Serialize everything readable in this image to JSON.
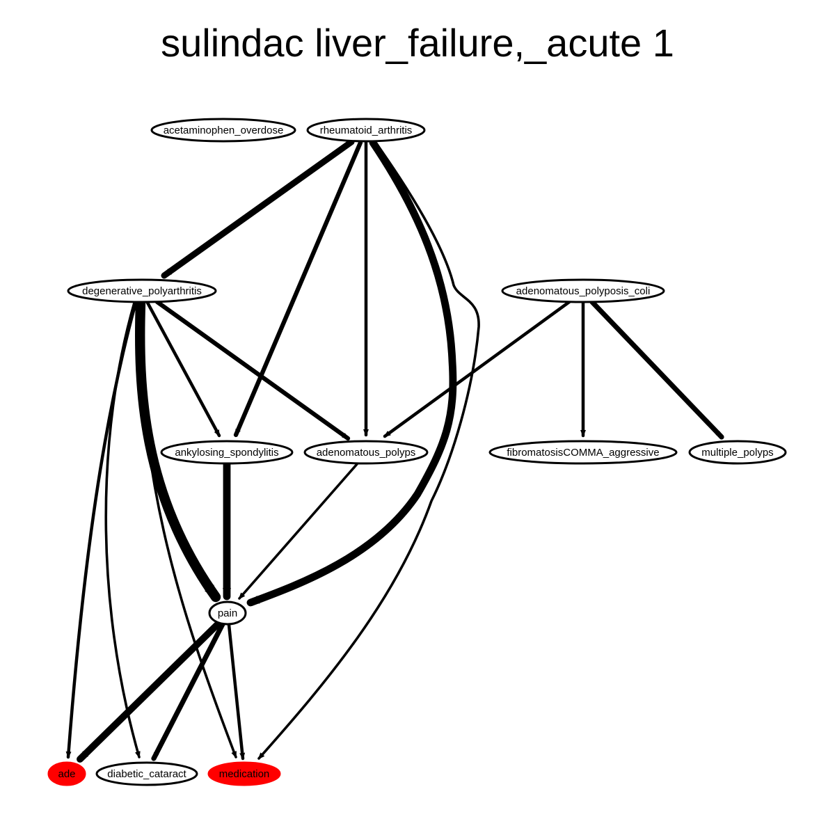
{
  "title": "sulindac liver_failure,_acute 1",
  "colors": {
    "highlight": "#ff0000",
    "stroke": "#000000",
    "node_fill": "#ffffff"
  },
  "nodes": [
    {
      "id": "acetaminophen_overdose",
      "label": "acetaminophen_overdose",
      "highlight": false
    },
    {
      "id": "rheumatoid_arthritis",
      "label": "rheumatoid_arthritis",
      "highlight": false
    },
    {
      "id": "degenerative_polyarthritis",
      "label": "degenerative_polyarthritis",
      "highlight": false
    },
    {
      "id": "adenomatous_polyposis_coli",
      "label": "adenomatous_polyposis_coli",
      "highlight": false
    },
    {
      "id": "ankylosing_spondylitis",
      "label": "ankylosing_spondylitis",
      "highlight": false
    },
    {
      "id": "adenomatous_polyps",
      "label": "adenomatous_polyps",
      "highlight": false
    },
    {
      "id": "fibromatosisCOMMA_aggressive",
      "label": "fibromatosisCOMMA_aggressive",
      "highlight": false
    },
    {
      "id": "multiple_polyps",
      "label": "multiple_polyps",
      "highlight": false
    },
    {
      "id": "pain",
      "label": "pain",
      "highlight": false
    },
    {
      "id": "ade",
      "label": "ade",
      "highlight": true
    },
    {
      "id": "diabetic_cataract",
      "label": "diabetic_cataract",
      "highlight": false
    },
    {
      "id": "medication",
      "label": "medication",
      "highlight": true
    }
  ],
  "edges": [
    {
      "from": "rheumatoid_arthritis",
      "to": "degenerative_polyarthritis",
      "weight": 10
    },
    {
      "from": "rheumatoid_arthritis",
      "to": "ankylosing_spondylitis",
      "weight": 7
    },
    {
      "from": "rheumatoid_arthritis",
      "to": "adenomatous_polyps",
      "weight": 5
    },
    {
      "from": "rheumatoid_arthritis",
      "to": "pain",
      "weight": 12
    },
    {
      "from": "rheumatoid_arthritis",
      "to": "medication",
      "weight": 4
    },
    {
      "from": "degenerative_polyarthritis",
      "to": "ankylosing_spondylitis",
      "weight": 5
    },
    {
      "from": "degenerative_polyarthritis",
      "to": "adenomatous_polyps",
      "weight": 7
    },
    {
      "from": "degenerative_polyarthritis",
      "to": "pain",
      "weight": 16
    },
    {
      "from": "degenerative_polyarthritis",
      "to": "ade",
      "weight": 5
    },
    {
      "from": "degenerative_polyarthritis",
      "to": "diabetic_cataract",
      "weight": 4
    },
    {
      "from": "degenerative_polyarthritis",
      "to": "medication",
      "weight": 4
    },
    {
      "from": "adenomatous_polyposis_coli",
      "to": "adenomatous_polyps",
      "weight": 5
    },
    {
      "from": "adenomatous_polyposis_coli",
      "to": "fibromatosisCOMMA_aggressive",
      "weight": 5
    },
    {
      "from": "adenomatous_polyposis_coli",
      "to": "multiple_polyps",
      "weight": 8
    },
    {
      "from": "ankylosing_spondylitis",
      "to": "pain",
      "weight": 12
    },
    {
      "from": "adenomatous_polyps",
      "to": "pain",
      "weight": 4
    },
    {
      "from": "pain",
      "to": "ade",
      "weight": 11
    },
    {
      "from": "pain",
      "to": "diabetic_cataract",
      "weight": 8
    },
    {
      "from": "pain",
      "to": "medication",
      "weight": 5
    }
  ]
}
